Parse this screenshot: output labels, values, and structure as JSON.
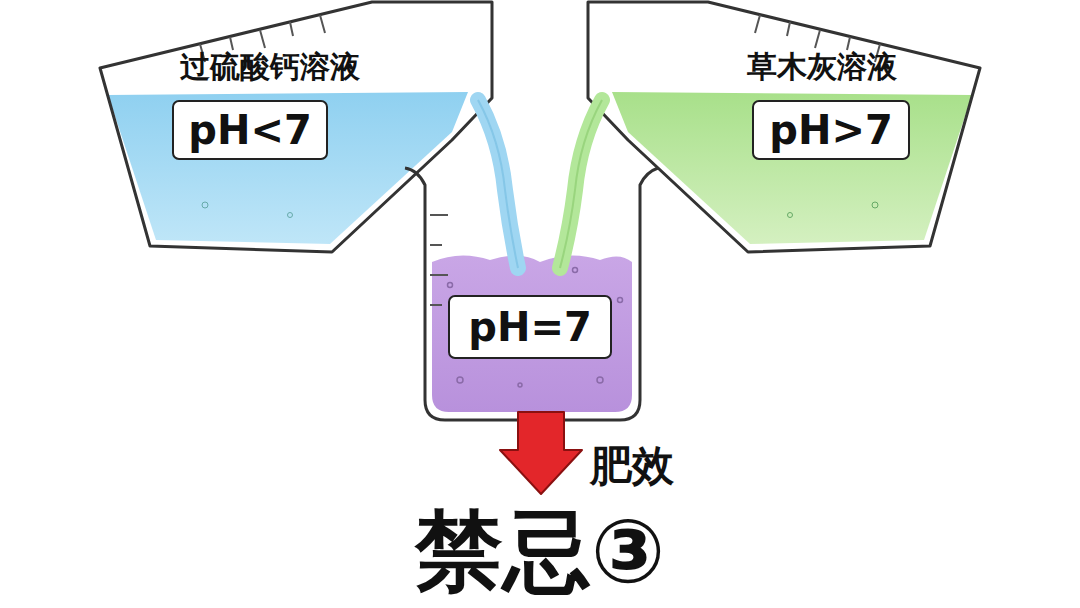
{
  "diagram": {
    "nodes": [
      {
        "text": [
          "pH<7"
        ]
      },
      {
        "text": [
          "pH>7"
        ]
      },
      {
        "text": [
          "pH=7"
        ]
      }
    ],
    "labels": [
      "过硫酸钙溶液",
      "草木灰溶液",
      "肥效",
      "禁忌③"
    ]
  }
}
